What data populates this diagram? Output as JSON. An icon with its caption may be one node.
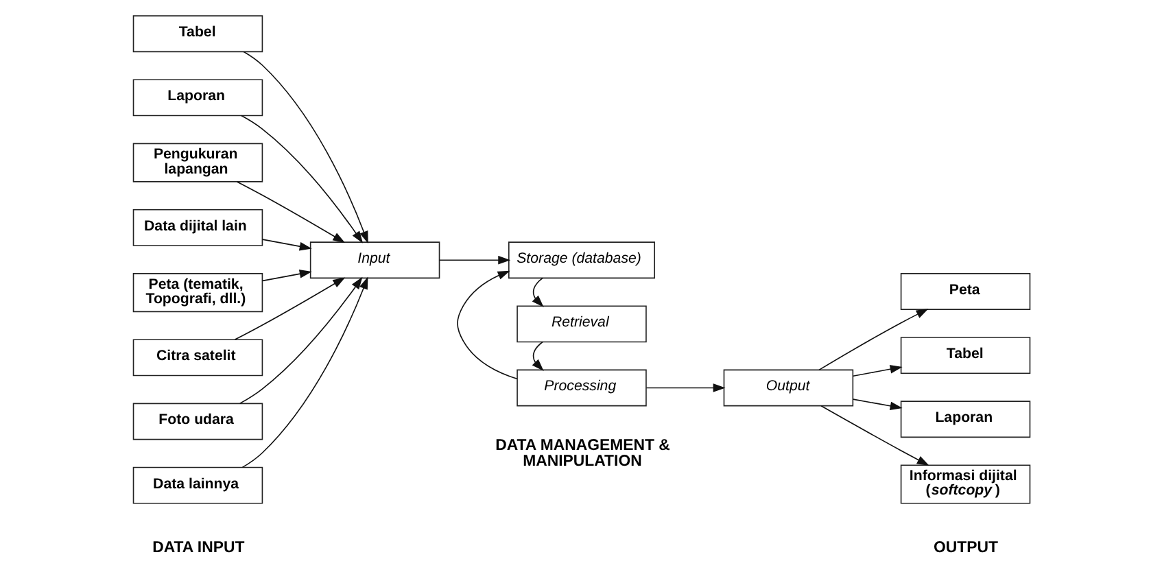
{
  "diagram": {
    "nodes": [
      {
        "text": [
          "Tabel"
        ]
      },
      {
        "text": [
          "Laporan"
        ]
      },
      {
        "text": [
          "Pengukuran lapangan"
        ]
      },
      {
        "text": [
          "Data dijital lain"
        ]
      },
      {
        "text": [
          "Peta (tematik, Topografi, dll.)"
        ]
      },
      {
        "text": [
          "Citra satelit"
        ]
      },
      {
        "text": [
          "Foto udara"
        ]
      },
      {
        "text": [
          "Data lainnya"
        ]
      },
      {
        "text": [
          "Input"
        ]
      },
      {
        "text": [
          "Storage (database)"
        ]
      },
      {
        "text": [
          "Retrieval"
        ]
      },
      {
        "text": [
          "Processing"
        ]
      },
      {
        "text": [
          "Output"
        ]
      },
      {
        "text": [
          "Peta"
        ]
      },
      {
        "text": [
          "Tabel"
        ]
      },
      {
        "text": [
          "Laporan"
        ]
      },
      {
        "text": [
          "Informasi dijital (*softcopy* )"
        ]
      }
    ],
    "edges": [
      {
        "from": 0,
        "to": 8,
        "arrow": "to"
      },
      {
        "from": 1,
        "to": 8,
        "arrow": "to"
      },
      {
        "from": 2,
        "to": 8,
        "arrow": "to"
      },
      {
        "from": 3,
        "to": 8,
        "arrow": "to"
      },
      {
        "from": 4,
        "to": 8,
        "arrow": "to"
      },
      {
        "from": 5,
        "to": 8,
        "arrow": "to"
      },
      {
        "from": 6,
        "to": 8,
        "arrow": "to"
      },
      {
        "from": 7,
        "to": 8,
        "arrow": "to"
      },
      {
        "from": 8,
        "to": 9,
        "arrow": "to"
      },
      {
        "from": 9,
        "to": 10,
        "arrow": "to"
      },
      {
        "from": 10,
        "to": 11,
        "arrow": "to"
      },
      {
        "from": 11,
        "to": 9,
        "arrow": "to"
      },
      {
        "from": 11,
        "to": 12,
        "arrow": "to"
      },
      {
        "from": 12,
        "to": 13,
        "arrow": "to"
      },
      {
        "from": 12,
        "to": 14,
        "arrow": "to"
      },
      {
        "from": 12,
        "to": 15,
        "arrow": "to"
      },
      {
        "from": 12,
        "to": 16,
        "arrow": "to"
      }
    ],
    "labels": [
      "DATA INPUT",
      "DATA MANAGEMENT & MANIPULATION",
      "OUTPUT"
    ]
  }
}
